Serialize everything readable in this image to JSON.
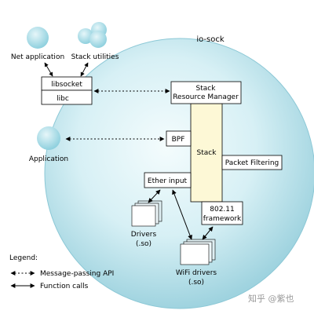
{
  "title": "io-sock",
  "nodes": {
    "net_application": "Net application",
    "stack_utilities": "Stack utilities",
    "application": "Application",
    "libsocket": "libsocket",
    "libc": "libc",
    "stack_resource_manager_line1": "Stack",
    "stack_resource_manager_line2": "Resource Manager",
    "bpf": "BPF",
    "stack": "Stack",
    "packet_filtering": "Packet Filtering",
    "ether_input": "Ether input",
    "framework_line1": "802.11",
    "framework_line2": "framework",
    "drivers_line1": "Drivers",
    "drivers_line2": "(.so)",
    "wifi_drivers_line1": "WiFi drivers",
    "wifi_drivers_line2": "(.so)"
  },
  "legend": {
    "title": "Legend:",
    "message_passing": "Message-passing API",
    "function_calls": "Function calls"
  },
  "watermark": "知乎 @紫也",
  "colors": {
    "sphere_center": "#eef9fb",
    "sphere_edge": "#9fd6e2",
    "stack_fill": "#fdf8d6",
    "bubble": "#a9dde8",
    "box_stroke": "#000000"
  }
}
